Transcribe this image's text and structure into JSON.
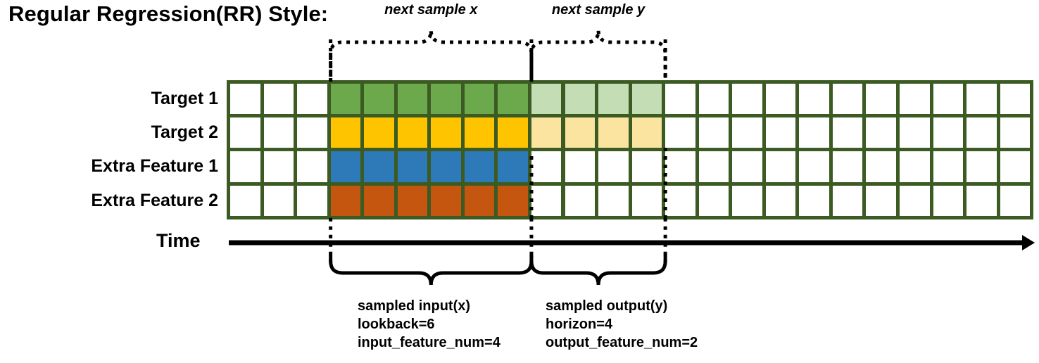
{
  "title": "Regular Regression(RR) Style:",
  "top_braces": [
    {
      "caption": "next sample x"
    },
    {
      "caption": "next sample y"
    }
  ],
  "rows": [
    {
      "label": "Target 1"
    },
    {
      "label": "Target 2"
    },
    {
      "label": "Extra Feature 1"
    },
    {
      "label": "Extra Feature 2"
    }
  ],
  "axis": {
    "label": "Time"
  },
  "bottom_braces": [
    {
      "lines": [
        "sampled input(x)",
        "lookback=6",
        "input_feature_num=4"
      ]
    },
    {
      "lines": [
        "sampled output(y)",
        "horizon=4",
        "output_feature_num=2"
      ]
    }
  ],
  "grid": {
    "columns": 24,
    "rows": 4,
    "blank_lead_columns": 3,
    "input_start_column": 3,
    "input_end_column": 9,
    "output_start_column": 9,
    "output_end_column": 13,
    "cell_fills": [
      [
        "white",
        "white",
        "white",
        "green",
        "green",
        "green",
        "green",
        "green",
        "green",
        "light-green",
        "light-green",
        "light-green",
        "light-green",
        "white",
        "white",
        "white",
        "white",
        "white",
        "white",
        "white",
        "white",
        "white",
        "white",
        "white"
      ],
      [
        "white",
        "white",
        "white",
        "yellow",
        "yellow",
        "yellow",
        "yellow",
        "yellow",
        "yellow",
        "light-yellow",
        "light-yellow",
        "light-yellow",
        "light-yellow",
        "white",
        "white",
        "white",
        "white",
        "white",
        "white",
        "white",
        "white",
        "white",
        "white",
        "white"
      ],
      [
        "white",
        "white",
        "white",
        "blue",
        "blue",
        "blue",
        "blue",
        "blue",
        "blue",
        "white",
        "white",
        "white",
        "white",
        "white",
        "white",
        "white",
        "white",
        "white",
        "white",
        "white",
        "white",
        "white",
        "white",
        "white"
      ],
      [
        "white",
        "white",
        "white",
        "orange",
        "orange",
        "orange",
        "orange",
        "orange",
        "orange",
        "white",
        "white",
        "white",
        "white",
        "white",
        "white",
        "white",
        "white",
        "white",
        "white",
        "white",
        "white",
        "white",
        "white",
        "white"
      ]
    ]
  },
  "colors": {
    "grid-border": "#3C5B23",
    "white": "#FFFFFF",
    "green": "#6CA84C",
    "light-green": "#C5DDB5",
    "yellow": "#FFC400",
    "light-yellow": "#FBE4A0",
    "blue": "#2E7AB8",
    "orange": "#C4560F",
    "ink": "#000000"
  }
}
